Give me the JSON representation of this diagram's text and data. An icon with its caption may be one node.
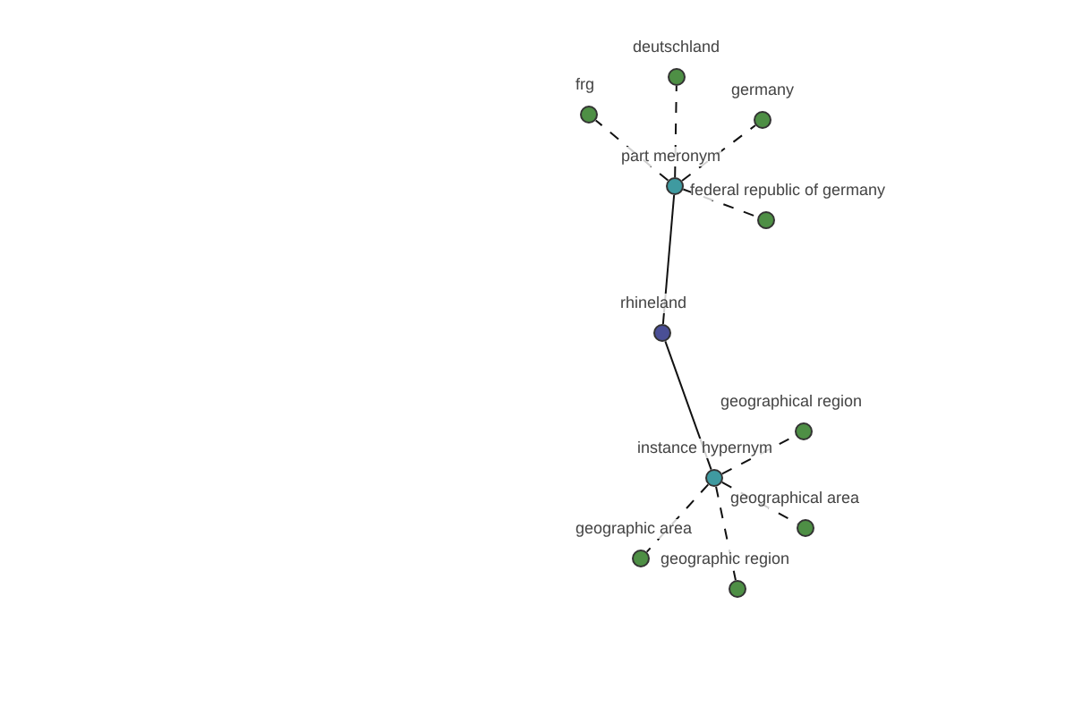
{
  "diagram": {
    "nodes": [
      {
        "text": [
          "deutschland"
        ]
      },
      {
        "text": [
          "frg"
        ]
      },
      {
        "text": [
          "germany"
        ]
      },
      {
        "text": [
          "part meronym"
        ]
      },
      {
        "text": [
          "federal republic of germany"
        ]
      },
      {
        "text": [
          "rhineland"
        ]
      },
      {
        "text": [
          "geographical region"
        ]
      },
      {
        "text": [
          "instance hypernym"
        ]
      },
      {
        "text": [
          "geographical area"
        ]
      },
      {
        "text": [
          "geographic area"
        ]
      },
      {
        "text": [
          "geographic region"
        ]
      }
    ],
    "edges": [
      {
        "from": 3,
        "to": 0,
        "arrow": "none",
        "style": "dashed"
      },
      {
        "from": 3,
        "to": 1,
        "arrow": "none",
        "style": "dashed"
      },
      {
        "from": 3,
        "to": 2,
        "arrow": "none",
        "style": "dashed"
      },
      {
        "from": 3,
        "to": 4,
        "arrow": "none",
        "style": "dashed"
      },
      {
        "from": 3,
        "to": 5,
        "arrow": "none"
      },
      {
        "from": 5,
        "to": 7,
        "arrow": "none"
      },
      {
        "from": 7,
        "to": 6,
        "arrow": "none",
        "style": "dashed"
      },
      {
        "from": 7,
        "to": 8,
        "arrow": "none",
        "style": "dashed"
      },
      {
        "from": 7,
        "to": 9,
        "arrow": "none",
        "style": "dashed"
      },
      {
        "from": 7,
        "to": 10,
        "arrow": "none",
        "style": "dashed"
      }
    ]
  }
}
